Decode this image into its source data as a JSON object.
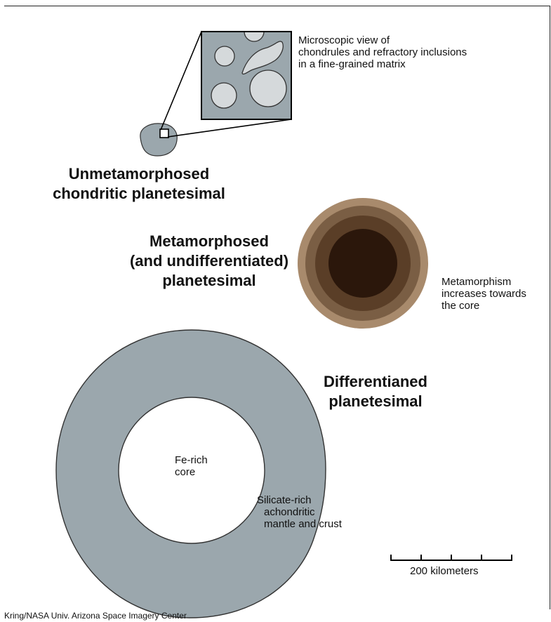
{
  "inset_caption": [
    "Microscopic view of",
    "chondrules and refractory inclusions",
    "in a fine-grained matrix"
  ],
  "unmetamorphosed_label": [
    "Unmetamorphosed",
    "chondritic planetesimal"
  ],
  "metamorphosed_label": [
    "Metamorphosed",
    "(and undifferentiated)",
    "planetesimal"
  ],
  "metamorphism_note": [
    "Metamorphism",
    "increases towards",
    "the core"
  ],
  "differentiated_label": [
    "Differentianed",
    "planetesimal"
  ],
  "core_label": [
    "Fe-rich",
    "core"
  ],
  "mantle_label": [
    "Silicate-rich",
    "achondritic",
    "mantle and crust"
  ],
  "scale_bar": {
    "label": "200 kilometers",
    "km": 200,
    "divisions": 4
  },
  "credit": "Kring/NASA Univ. Arizona Space Imagery Center",
  "colors": {
    "planetesimal_gray": "#9ba7ad",
    "chondrule_fill": "#d5d9db",
    "ring_outer": "#a88a6c",
    "ring_2": "#7a5e44",
    "ring_3": "#5a3e27",
    "core_dark": "#2b170b"
  }
}
